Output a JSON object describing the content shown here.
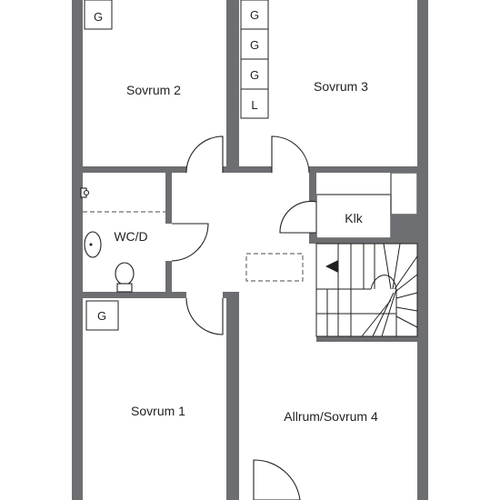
{
  "rooms": {
    "sovrum2": "Sovrum 2",
    "sovrum3": "Sovrum 3",
    "wcd": "WC/D",
    "klk": "Klk",
    "sovrum1": "Sovrum 1",
    "allrum": "Allrum/Sovrum 4"
  },
  "cabinets": {
    "top_left": "G",
    "right_column": [
      "G",
      "G",
      "G",
      "L"
    ],
    "lower_left": "G"
  },
  "colors": {
    "wall": "#6d6e71",
    "line": "#231f20"
  }
}
